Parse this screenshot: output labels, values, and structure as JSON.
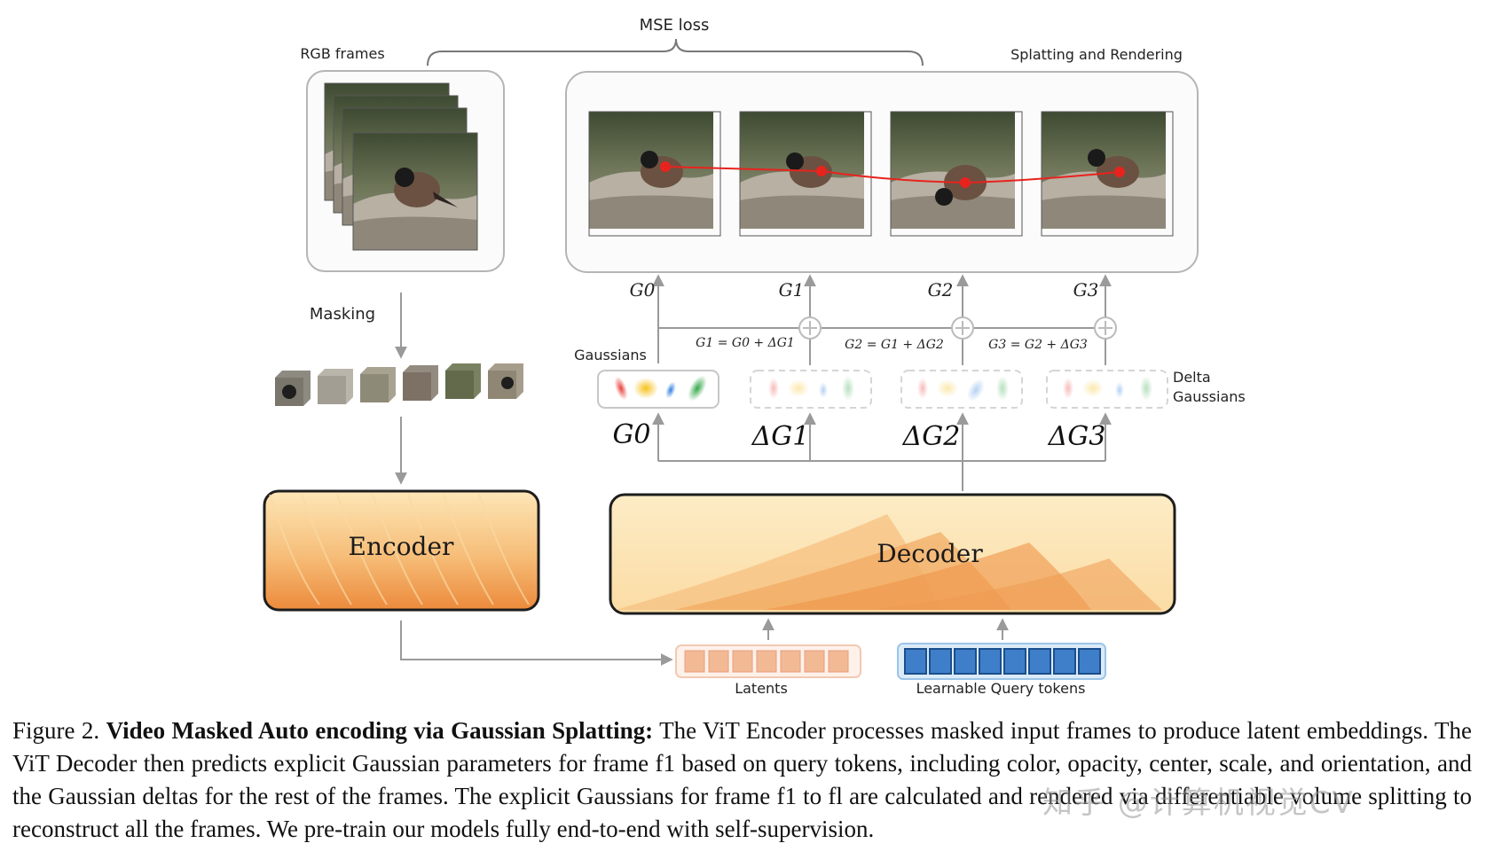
{
  "figure": {
    "mse_loss": "MSE loss",
    "rgb_frames": "RGB frames",
    "splatting": "Splatting and Rendering",
    "masking": "Masking",
    "gaussians": "Gaussians",
    "delta_gaussians": [
      "Delta",
      "Gaussians"
    ],
    "encoder": "Encoder",
    "decoder": "Decoder",
    "latents": "Latents",
    "query_tokens": "Learnable Query tokens",
    "g_labels": [
      "G0",
      "G1",
      "G2",
      "G3"
    ],
    "delta_labels": [
      "ΔG1",
      "ΔG2",
      "ΔG3"
    ],
    "equations": [
      "G1 = G0 + ΔG1",
      "G2 = G1 + ΔG2",
      "G3 = G2 + ΔG3"
    ],
    "colors": {
      "latent_token": "#f2b995",
      "query_token": "#3f7fc9",
      "encoder_fill": "#f6c27c",
      "decoder_fill": "#fbe1ad",
      "red_track": "#e8231d"
    }
  },
  "caption": {
    "prefix": "Figure 2. ",
    "title": "Video Masked Auto encoding via Gaussian Splatting:",
    "body": " The ViT Encoder processes masked input frames to produce latent embeddings. The ViT Decoder then predicts explicit Gaussian parameters for frame f1 based on query tokens, including color, opacity, center, scale, and orientation, and the Gaussian deltas for the rest of the frames. The explicit Gaussians for frame f1 to fl are calculated and rendered via differentiable volume splitting to reconstruct all the frames. We pre-train our models fully end-to-end with self-supervision."
  },
  "watermark": "知乎 @计算机视觉CV"
}
